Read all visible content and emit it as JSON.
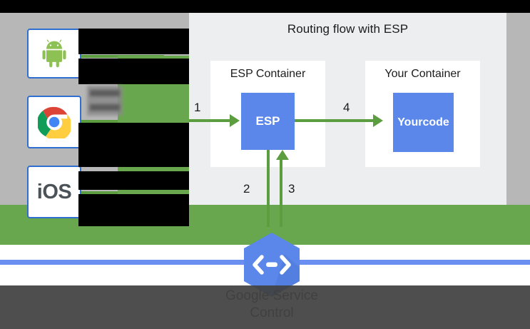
{
  "diagram": {
    "panel_title": "Routing flow with ESP",
    "containers": [
      {
        "title": "ESP Container",
        "box_label": "ESP"
      },
      {
        "title": "Your Container",
        "box_label": "Your\ncode"
      }
    ],
    "esp_box_label": "ESP",
    "your_box_label_line1": "Your",
    "your_box_label_line2": "code",
    "arrows": [
      {
        "id": "1",
        "label": "1",
        "from": "clients",
        "to": "ESP",
        "direction": "right"
      },
      {
        "id": "2",
        "label": "2",
        "from": "ESP",
        "to": "service-control",
        "direction": "down"
      },
      {
        "id": "3",
        "label": "3",
        "from": "service-control",
        "to": "ESP",
        "direction": "up"
      },
      {
        "id": "4",
        "label": "4",
        "from": "ESP",
        "to": "your-code",
        "direction": "right"
      }
    ],
    "clients": [
      {
        "name": "android",
        "icon": "android-icon",
        "label": ""
      },
      {
        "name": "chrome",
        "icon": "chrome-icon",
        "label": ""
      },
      {
        "name": "ios",
        "icon": "ios-icon",
        "label": "iOS"
      }
    ],
    "footer_logo": {
      "icon": "cloud-endpoints-hexagon-icon",
      "glyph": "⟨—⟩"
    },
    "footer_label": "Google Service\nControl",
    "colors": {
      "panel_bg": "#eceef0",
      "card_bg": "#ffffff",
      "box_blue": "#5b87ea",
      "arrow_green": "#5c9e3f",
      "band_green": "#69a74e",
      "band_gray": "#b7b7b7",
      "rule_blue": "#6a8ff0",
      "text_dark": "#1b1b1b",
      "bottom_dark": "#414141"
    }
  }
}
